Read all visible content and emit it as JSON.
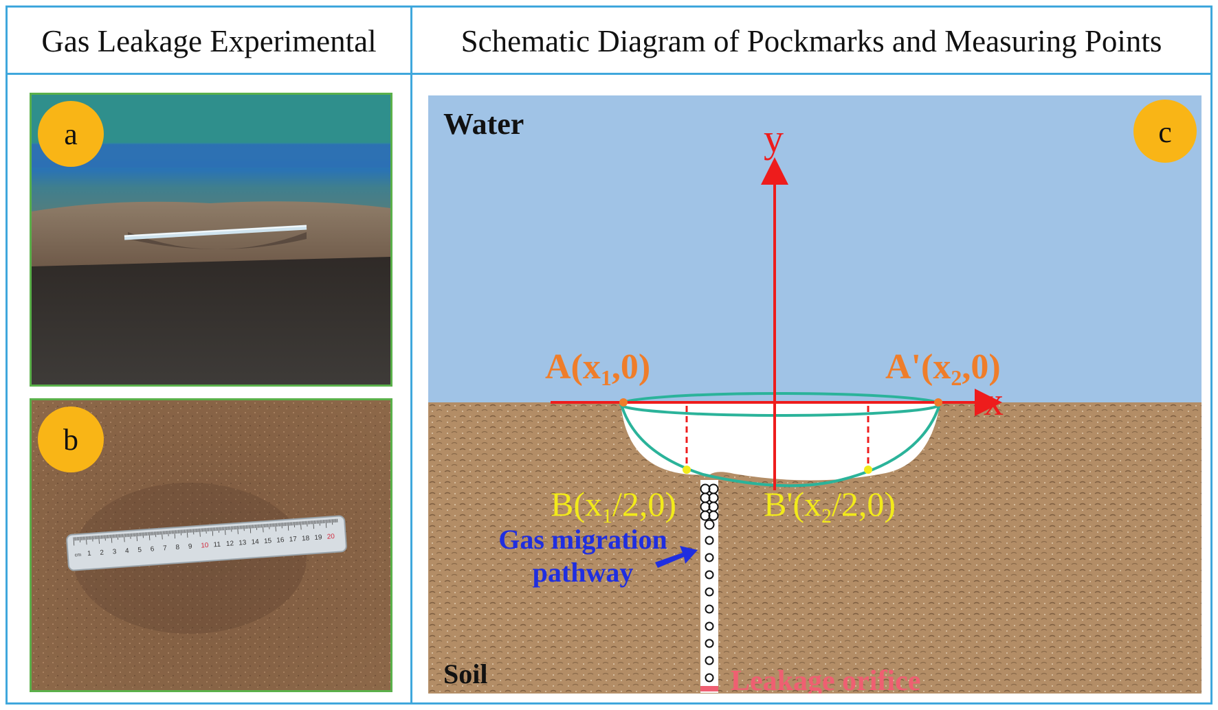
{
  "headers": {
    "left": "Gas Leakage Experimental",
    "right": "Schematic Diagram of Pockmarks and Measuring Points"
  },
  "panels": {
    "a": {
      "label": "a"
    },
    "b": {
      "label": "b",
      "ruler_ticks": [
        "cm",
        "1",
        "2",
        "3",
        "4",
        "5",
        "6",
        "7",
        "8",
        "9",
        "10",
        "11",
        "12",
        "13",
        "14",
        "15",
        "16",
        "17",
        "18",
        "19",
        "20"
      ]
    },
    "c": {
      "label": "c",
      "water_label": "Water",
      "soil_label": "Soil",
      "y_axis": "y",
      "x_axis": "x",
      "point_A": {
        "main": "A(x",
        "sub": "1",
        "end": ",0)"
      },
      "point_A2": {
        "main": "A'(x",
        "sub": "2",
        "end": ",0)"
      },
      "point_B": {
        "main": "B(x",
        "sub": "1",
        "end": "/2,0)"
      },
      "point_B2": {
        "main": "B'(x",
        "sub": "2",
        "end": "/2,0)"
      },
      "gas_label_line1": "Gas migration",
      "gas_label_line2": "pathway",
      "leakage_label": "Leakage orifice"
    }
  },
  "colors": {
    "border": "#3fa7dc",
    "photo_border": "#5ab04a",
    "badge": "#f9b516",
    "water": "#a0c3e6",
    "soil": "#b08a63",
    "axis": "#ee1c1c",
    "point_A": "#ef7d2a",
    "point_B": "#f2ea1a",
    "crater_edge": "#2bb39a",
    "gas_label": "#1f2ee0",
    "leakage_label": "#ef5f72"
  }
}
